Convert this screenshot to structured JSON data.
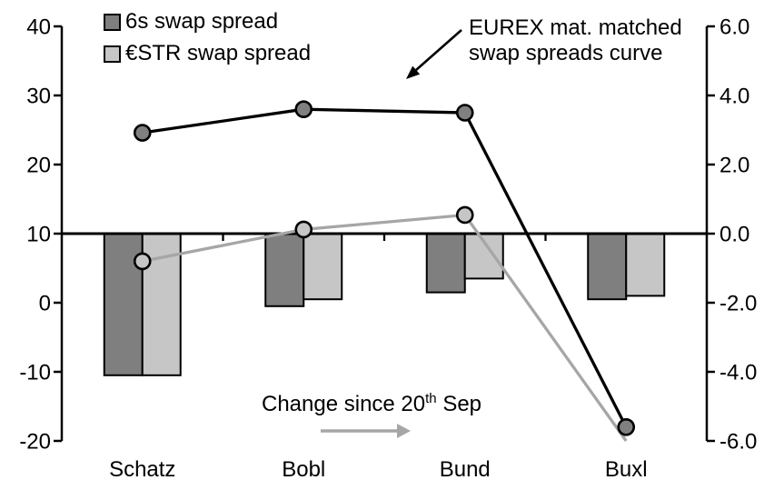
{
  "legend": {
    "items": [
      {
        "label": "6s swap spread",
        "swatch": "#7f7f7f"
      },
      {
        "label": "€STR swap spread",
        "swatch": "#c6c6c6"
      }
    ]
  },
  "annotations": {
    "curve_label_line1": "EUREX mat. matched",
    "curve_label_line2": "swap spreads curve",
    "change_label_prefix": "Change since 20",
    "change_label_sup": "th",
    "change_label_suffix": " Sep"
  },
  "colors": {
    "bar_dark": "#7f7f7f",
    "bar_light": "#c6c6c6",
    "line_black": "#000000",
    "line_gray": "#a6a6a6",
    "marker_dark_fill": "#808080",
    "marker_light_fill": "#c6c6c6",
    "axis": "#000000",
    "arrow_gray": "#a6a6a6"
  },
  "chart_data": {
    "type": "combo-bar-line",
    "categories": [
      "Schatz",
      "Bobl",
      "Bund",
      "Buxl"
    ],
    "left_axis": {
      "min": -20,
      "max": 40,
      "ticks": [
        "40",
        "30",
        "20",
        "10",
        "0",
        "-10",
        "-20"
      ],
      "tick_values": [
        40,
        30,
        20,
        10,
        0,
        -10,
        -20
      ]
    },
    "right_axis": {
      "min": -6,
      "max": 6,
      "ticks": [
        "6.0",
        "4.0",
        "2.0",
        "0.0",
        "-2.0",
        "-4.0",
        "-6.0"
      ],
      "tick_values": [
        6,
        4,
        2,
        0,
        -2,
        -4,
        -6
      ]
    },
    "bar_zero_left_value": 10,
    "grid": false,
    "legend_position": "top-left",
    "line_series": [
      {
        "name": "€STR swap spread curve",
        "axis": "left",
        "color": "#a6a6a6",
        "marker_fill": "#c6c6c6",
        "values": [
          6.0,
          10.6,
          12.7,
          -20.0
        ],
        "last_marker_hidden": true
      },
      {
        "name": "6s swap spread curve",
        "axis": "left",
        "color": "#000000",
        "marker_fill": "#808080",
        "values": [
          24.6,
          28.0,
          27.5,
          -18.0
        ],
        "last_marker_hidden": false
      }
    ],
    "bar_series": [
      {
        "name": "6s swap spread change",
        "axis": "right",
        "color": "#7f7f7f",
        "values": [
          -4.1,
          -2.1,
          -1.7,
          -1.9
        ]
      },
      {
        "name": "€STR swap spread change",
        "axis": "right",
        "color": "#c6c6c6",
        "values": [
          -4.1,
          -1.9,
          -1.3,
          -1.8
        ]
      }
    ]
  }
}
